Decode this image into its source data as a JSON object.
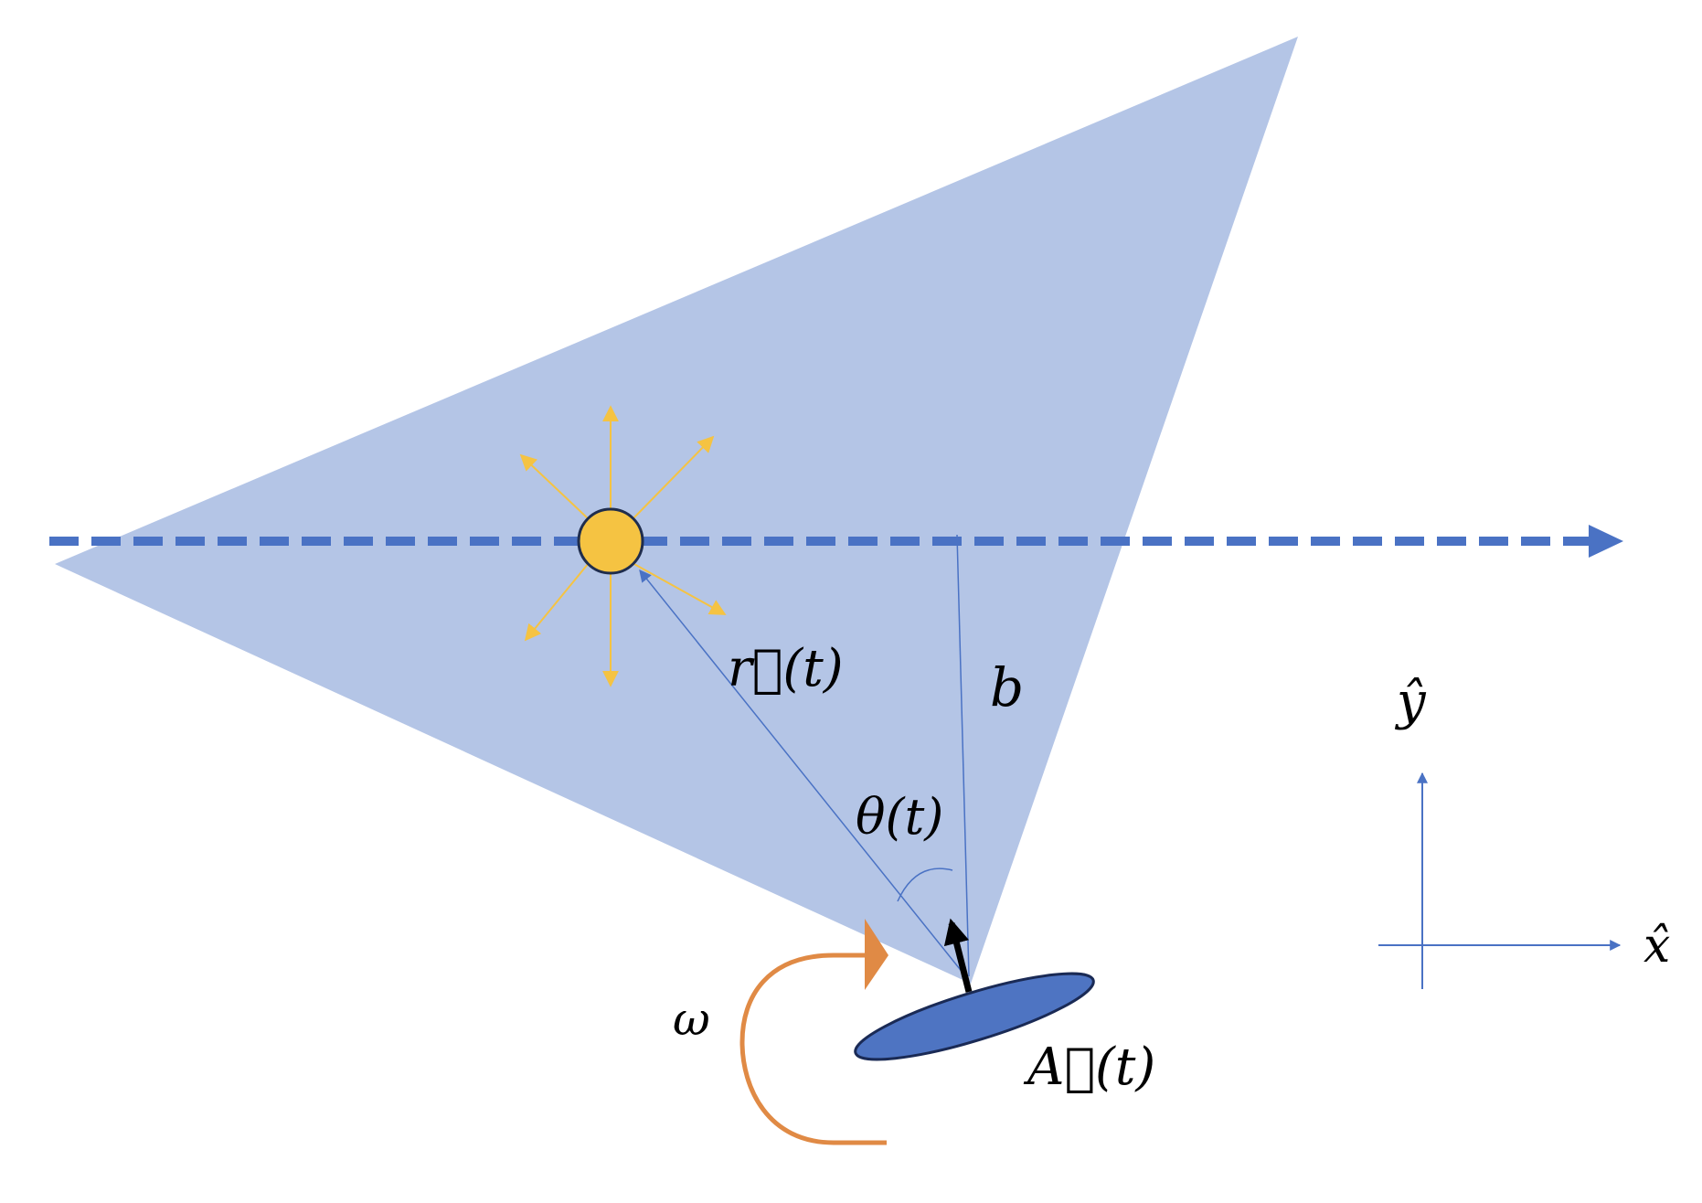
{
  "labels": {
    "position_vector": "r⃗(t)",
    "impact_parameter": "b",
    "angle": "θ(t)",
    "area_vector": "A⃗(t)",
    "angular_velocity": "ω",
    "y_unit": "ŷ",
    "x_unit": "x̂"
  },
  "colors": {
    "cone_fill": "#b4c5e6",
    "path_blue": "#4a72c4",
    "thin_blue": "#4a72c4",
    "source_fill": "#f5c342",
    "source_rays": "#f5c342",
    "source_outline": "#1f2d4d",
    "disk_fill": "#4e74c2",
    "disk_outline": "#1a2a55",
    "rotation_orange": "#e08a45",
    "normal_arrow": "#000000"
  }
}
